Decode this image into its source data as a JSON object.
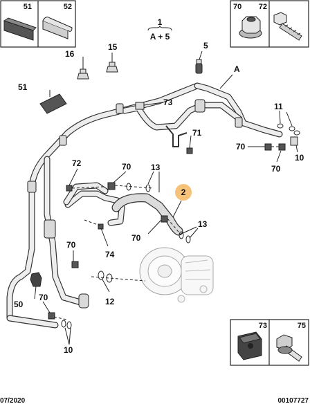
{
  "diagram": {
    "assembly": {
      "ref": "1",
      "formula": "A + 5"
    },
    "header_boxes": {
      "left": [
        "51",
        "52"
      ],
      "right": [
        "70",
        "72"
      ]
    },
    "footer_boxes": [
      "73",
      "75"
    ],
    "callouts": {
      "A": "A",
      "c15": "15",
      "c16": "16",
      "c5": "5",
      "c51": "51",
      "c73a": "73",
      "c71": "71",
      "c11": "11",
      "c70a": "70",
      "c70b": "70",
      "c10a": "10",
      "c72": "72",
      "c70c": "70",
      "c13a": "13",
      "c2": "2",
      "c70d": "70",
      "c13b": "13",
      "c74": "74",
      "c70e": "70",
      "c50": "50",
      "c12": "12",
      "c70f": "70",
      "c10b": "10"
    },
    "highlight_color": "#f5c27a",
    "footer_date": "07/2020",
    "footer_ref": "00107727"
  }
}
